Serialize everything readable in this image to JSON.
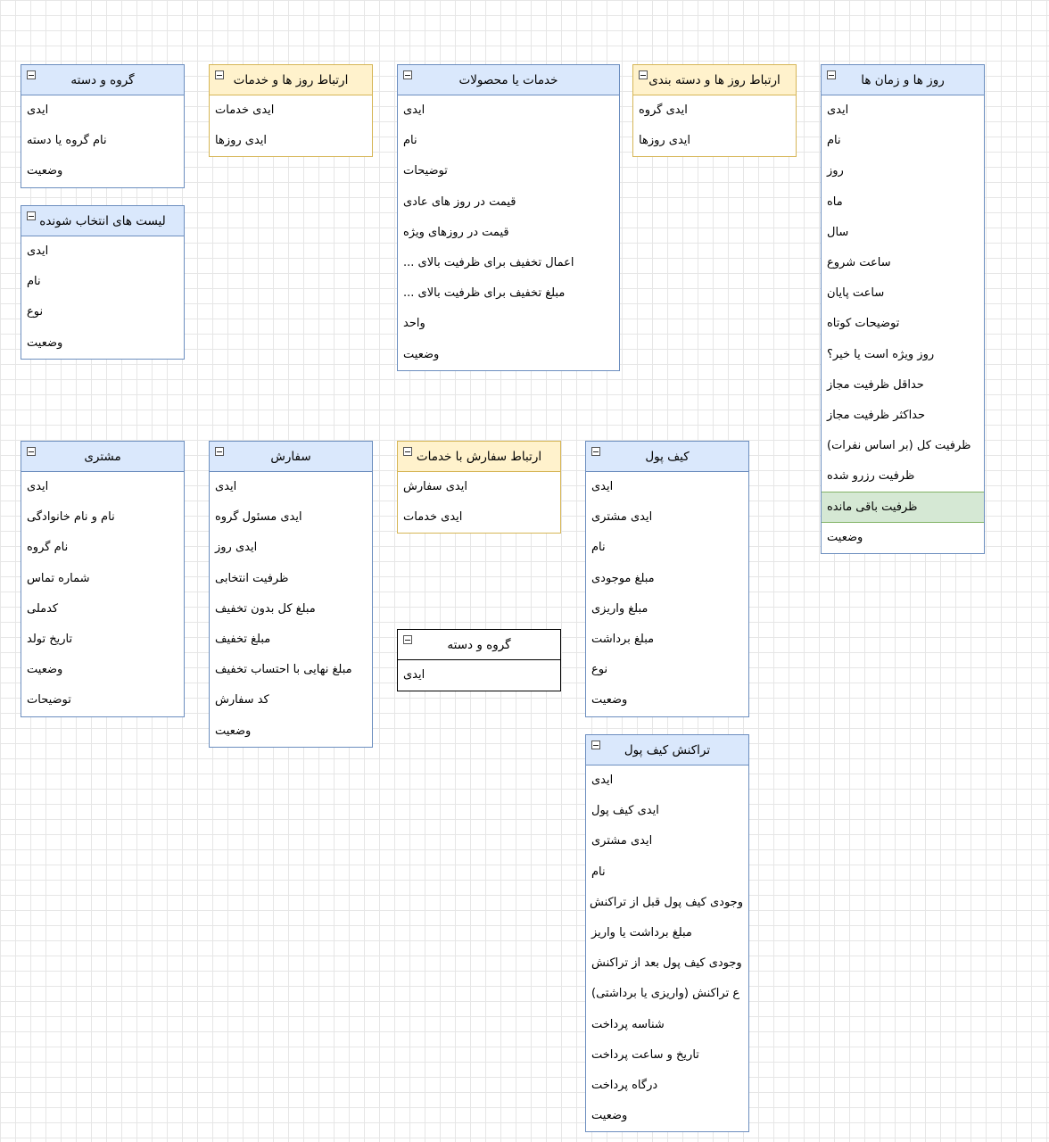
{
  "entities": [
    {
      "id": "days-times",
      "title": "روز ها و زمان ها",
      "style": "blue",
      "rows": [
        "ایدی",
        "نام",
        "روز",
        "ماه",
        "سال",
        "ساعت شروع",
        "ساعت پایان",
        "توضیحات کوتاه",
        "روز ویژه است یا خیر؟",
        "حداقل ظرفیت مجاز",
        "حداکثر ظرفیت مجاز",
        "ظرفیت کل (بر اساس نفرات)",
        "ظرفیت رزرو شده",
        "ظرفیت باقی مانده",
        "وضعیت"
      ],
      "highlight": 13
    },
    {
      "id": "days-categories",
      "title": "ارتباط روز ها و دسته بندی",
      "style": "yellow",
      "rows": [
        "ایدی گروه",
        "ایدی روزها"
      ]
    },
    {
      "id": "services-products",
      "title": "خدمات یا محصولات",
      "style": "blue",
      "rows": [
        "ایدی",
        "نام",
        "توضیحات",
        "قیمت در روز های عادی",
        "قیمت در روزهای ویژه",
        "اعمال تخفیف برای ظرفیت بالای ...",
        "مبلغ تخفیف برای ظرفیت بالای ...",
        "واحد",
        "وضعیت"
      ]
    },
    {
      "id": "days-services",
      "title": "ارتباط روز ها و خدمات",
      "style": "yellow",
      "rows": [
        "ایدی خدمات",
        "ایدی روزها"
      ]
    },
    {
      "id": "group-category",
      "title": "گروه و دسته",
      "style": "blue",
      "rows": [
        "ایدی",
        "نام گروه یا دسته",
        "وضعیت"
      ]
    },
    {
      "id": "select-lists",
      "title": "لیست های انتخاب شونده",
      "style": "blue",
      "rows": [
        "ایدی",
        "نام",
        "نوع",
        "وضعیت"
      ]
    },
    {
      "id": "customer",
      "title": "مشتری",
      "style": "blue",
      "rows": [
        "ایدی",
        "نام و نام خانوادگی",
        "نام گروه",
        "شماره تماس",
        "کدملی",
        "تاریخ تولد",
        "وضعیت",
        "توضیحات"
      ]
    },
    {
      "id": "order",
      "title": "سفارش",
      "style": "blue",
      "rows": [
        "ایدی",
        "ایدی مسئول گروه",
        "ایدی روز",
        "ظرفیت انتخابی",
        "مبلغ کل بدون تخفیف",
        "مبلغ تخفیف",
        "مبلغ نهایی با احتساب تخفیف",
        "کد سفارش",
        "وضعیت"
      ]
    },
    {
      "id": "order-services",
      "title": "ارتباط سفارش با خدمات",
      "style": "yellow",
      "rows": [
        "ایدی سفارش",
        "ایدی خدمات"
      ]
    },
    {
      "id": "group-category-2",
      "title": "گروه و دسته",
      "style": "black",
      "rows": [
        "ایدی"
      ]
    },
    {
      "id": "wallet",
      "title": "کیف پول",
      "style": "blue",
      "rows": [
        "ایدی",
        "ایدی مشتری",
        "نام",
        "مبلغ موجودی",
        "مبلغ واریزی",
        "مبلغ برداشت",
        "نوع",
        "وضعیت"
      ]
    },
    {
      "id": "wallet-transaction",
      "title": "تراکنش کیف پول",
      "style": "blue",
      "rows": [
        "ایدی",
        "ایدی کیف پول",
        "ایدی مشتری",
        "نام",
        "وجودی کیف پول قبل از تراکنش",
        "مبلغ برداشت یا واریز",
        "وجودی کیف پول بعد از تراکنش",
        "ع تراکنش (واریزی یا برداشتی)",
        "شناسه پرداخت",
        "تاریخ و ساعت پرداخت",
        "درگاه پرداخت",
        "وضعیت"
      ]
    }
  ]
}
